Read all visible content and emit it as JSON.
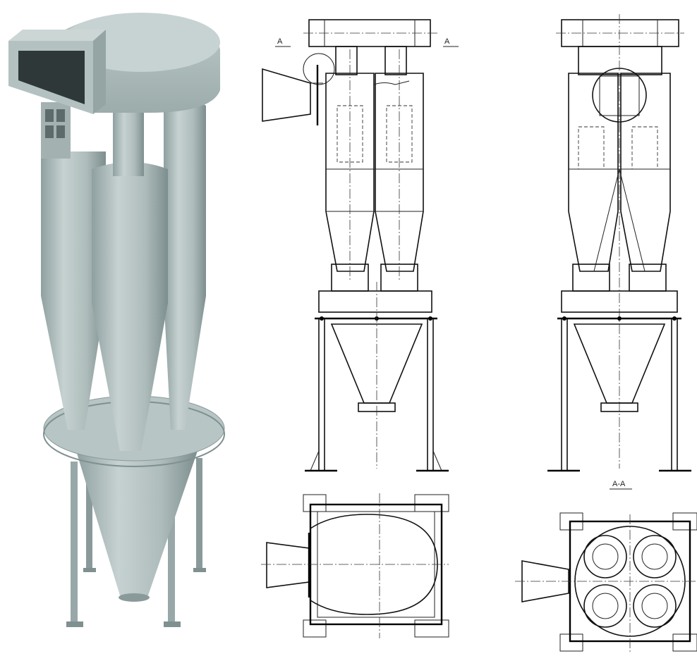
{
  "figure": {
    "section_mark_left": "A",
    "section_mark_right": "A",
    "section_title": "A-A"
  },
  "colors": {
    "steel": "#a9b8b8",
    "steel_light": "#c3d0cf",
    "steel_dark": "#7f9090",
    "ink": "#111111"
  }
}
